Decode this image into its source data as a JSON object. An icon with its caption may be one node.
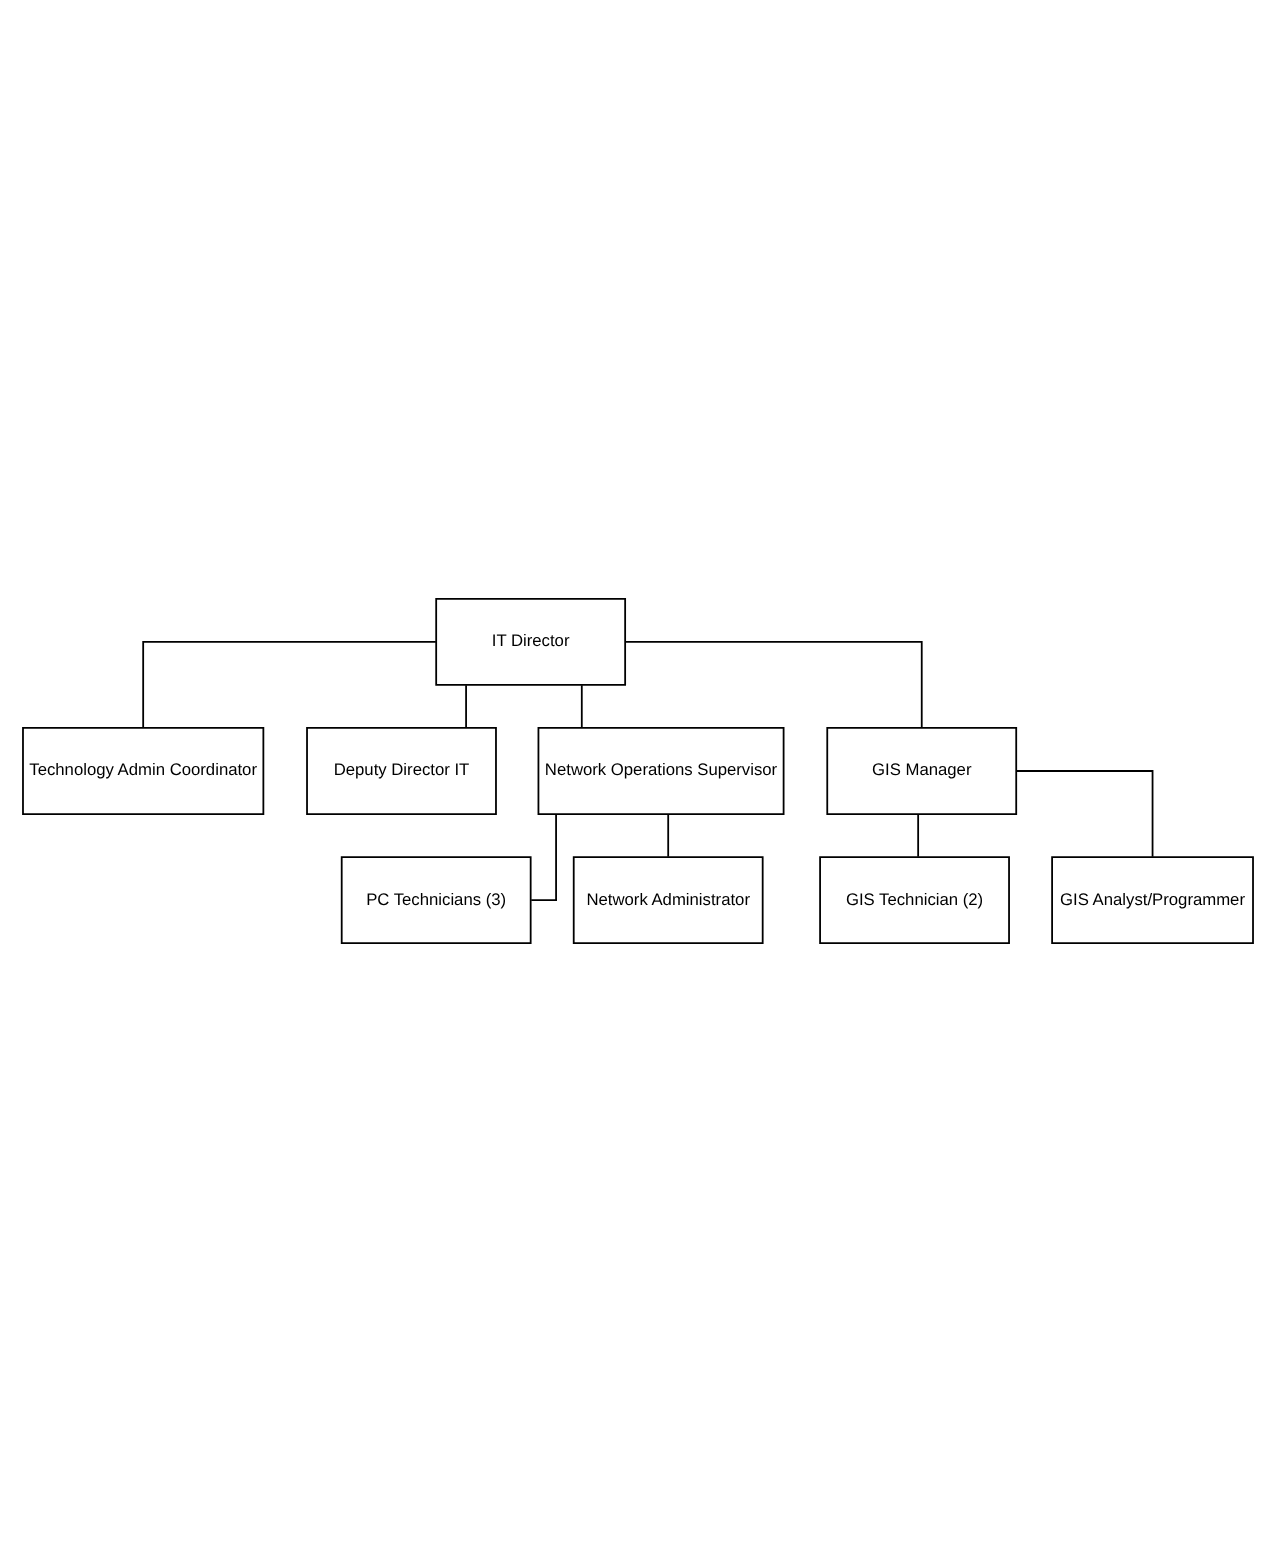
{
  "diagram": {
    "nodes": [
      {
        "text": [
          "IT Director"
        ]
      },
      {
        "text": [
          "Technology Admin Coordinator"
        ]
      },
      {
        "text": [
          "Deputy Director IT"
        ]
      },
      {
        "text": [
          "Network Operations Supervisor"
        ]
      },
      {
        "text": [
          "GIS Manager"
        ]
      },
      {
        "text": [
          "PC Technicians (3)"
        ]
      },
      {
        "text": [
          "GIS Technician (2)"
        ]
      },
      {
        "text": [
          "Network Administrator"
        ]
      },
      {
        "text": [
          "GIS Analyst/Programmer"
        ]
      }
    ],
    "edges": [
      {
        "from": 0,
        "to": 1,
        "arrow": "none"
      },
      {
        "from": 0,
        "to": 2,
        "arrow": "none"
      },
      {
        "from": 0,
        "to": 3,
        "arrow": "none"
      },
      {
        "from": 0,
        "to": 4,
        "arrow": "none"
      },
      {
        "from": 3,
        "to": 5,
        "arrow": "none"
      },
      {
        "from": 3,
        "to": 7,
        "arrow": "none"
      },
      {
        "from": 4,
        "to": 6,
        "arrow": "none"
      },
      {
        "from": 4,
        "to": 8,
        "arrow": "none"
      }
    ]
  }
}
